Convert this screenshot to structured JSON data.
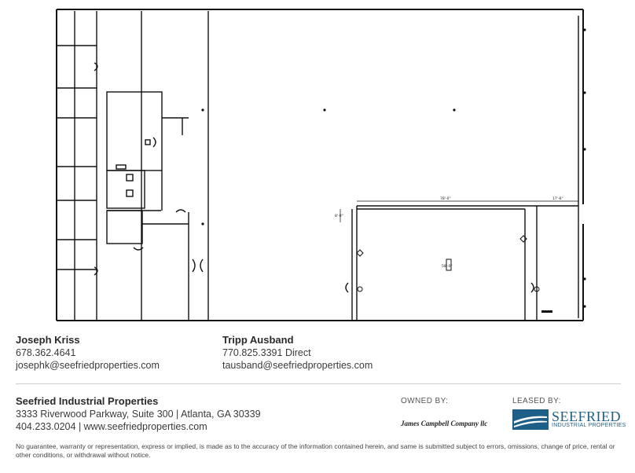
{
  "contacts": [
    {
      "name": "Joseph Kriss",
      "phone": "678.362.4641",
      "email": "josephk@seefriedproperties.com"
    },
    {
      "name": "Tripp Ausband",
      "phone": "770.825.3391 Direct",
      "email": "tausband@seefriedproperties.com"
    }
  ],
  "company": {
    "name": "Seefried Industrial Properties",
    "address": "3333 Riverwood Parkway, Suite 300 | Atlanta, GA 30339",
    "contact_line": "404.233.0204 | www.seefriedproperties.com"
  },
  "owned_by": {
    "label": "OWNED BY:",
    "name": "James Campbell Company llc"
  },
  "leased_by": {
    "label": "LEASED BY:",
    "logo_main": "SEEFRIED",
    "logo_sub": "INDUSTRIAL PROPERTIES",
    "logo_color": "#1d5f86"
  },
  "disclaimer": "No guarantee, warranty or representation, express or implied, is made as to the accuracy of the information contained herein, and same is submitted subject to errors, omissions, change of price, rental or other conditions, or withdrawal without notice.",
  "floorplan": {
    "dimension_labels": [
      "78'-0\"",
      "17'-6\"",
      "8'-0\"",
      "58'-0\""
    ]
  }
}
